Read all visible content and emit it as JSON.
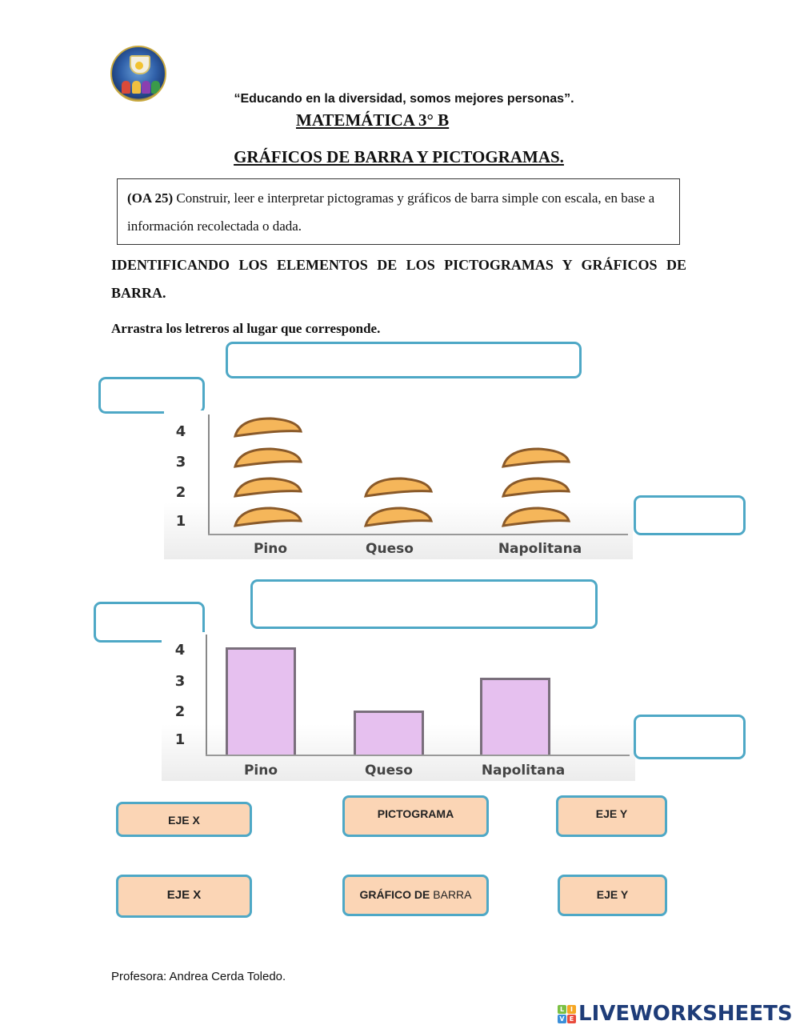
{
  "header": {
    "logo_icon": "school-crest-icon",
    "motto": "“Educando en la diversidad, somos mejores personas”.",
    "subject": "MATEMÁTICA 3° B",
    "title": "GRÁFICOS DE BARRA  Y PICTOGRAMAS."
  },
  "objective": {
    "code": "(OA 25)",
    "text": " Construir, leer e interpretar pictogramas y gráficos de barra simple con escala, en base a información recolectada o dada."
  },
  "section_heading": "IDENTIFICANDO LOS ELEMENTOS DE LOS PICTOGRAMAS Y GRÁFICOS DE BARRA.",
  "instruction": "Arrastra los letreros al lugar que corresponde.",
  "chart_data": [
    {
      "type": "pictogram",
      "title": "",
      "icon": "empanada-icon",
      "categories": [
        "Pino",
        "Queso",
        "Napolitana"
      ],
      "values": [
        4,
        2,
        3
      ],
      "y_ticks": [
        "1",
        "2",
        "3",
        "4"
      ],
      "ylim": [
        0,
        4
      ],
      "icon_color": "#f5b65a",
      "grid": false
    },
    {
      "type": "bar",
      "title": "",
      "categories": [
        "Pino",
        "Queso",
        "Napolitana"
      ],
      "values": [
        4,
        2,
        3
      ],
      "y_ticks": [
        "1",
        "2",
        "3",
        "4"
      ],
      "ylim": [
        0,
        4
      ],
      "bar_color": "#e6c0ef",
      "grid": false
    }
  ],
  "drop_zones": {
    "pictogram_title": "",
    "pictogram_y_axis": "",
    "pictogram_x_axis": "",
    "bar_title": "",
    "bar_y_axis": "",
    "bar_x_axis": ""
  },
  "labels": {
    "row1": [
      "EJE X",
      "PICTOGRAMA",
      "EJE Y"
    ],
    "row2": [
      "EJE X",
      "GRÁFICO DE",
      "BARRA",
      "EJE Y"
    ]
  },
  "footer": {
    "teacher": "Profesora: Andrea Cerda Toledo."
  },
  "brand": {
    "blocks": [
      "L",
      "I",
      "V",
      "E"
    ],
    "name": "LIVEWORKSHEETS",
    "colors": {
      "accent": "#4ea8c6",
      "label_bg": "#fbd5b5",
      "brand": "#1e3c78"
    }
  }
}
